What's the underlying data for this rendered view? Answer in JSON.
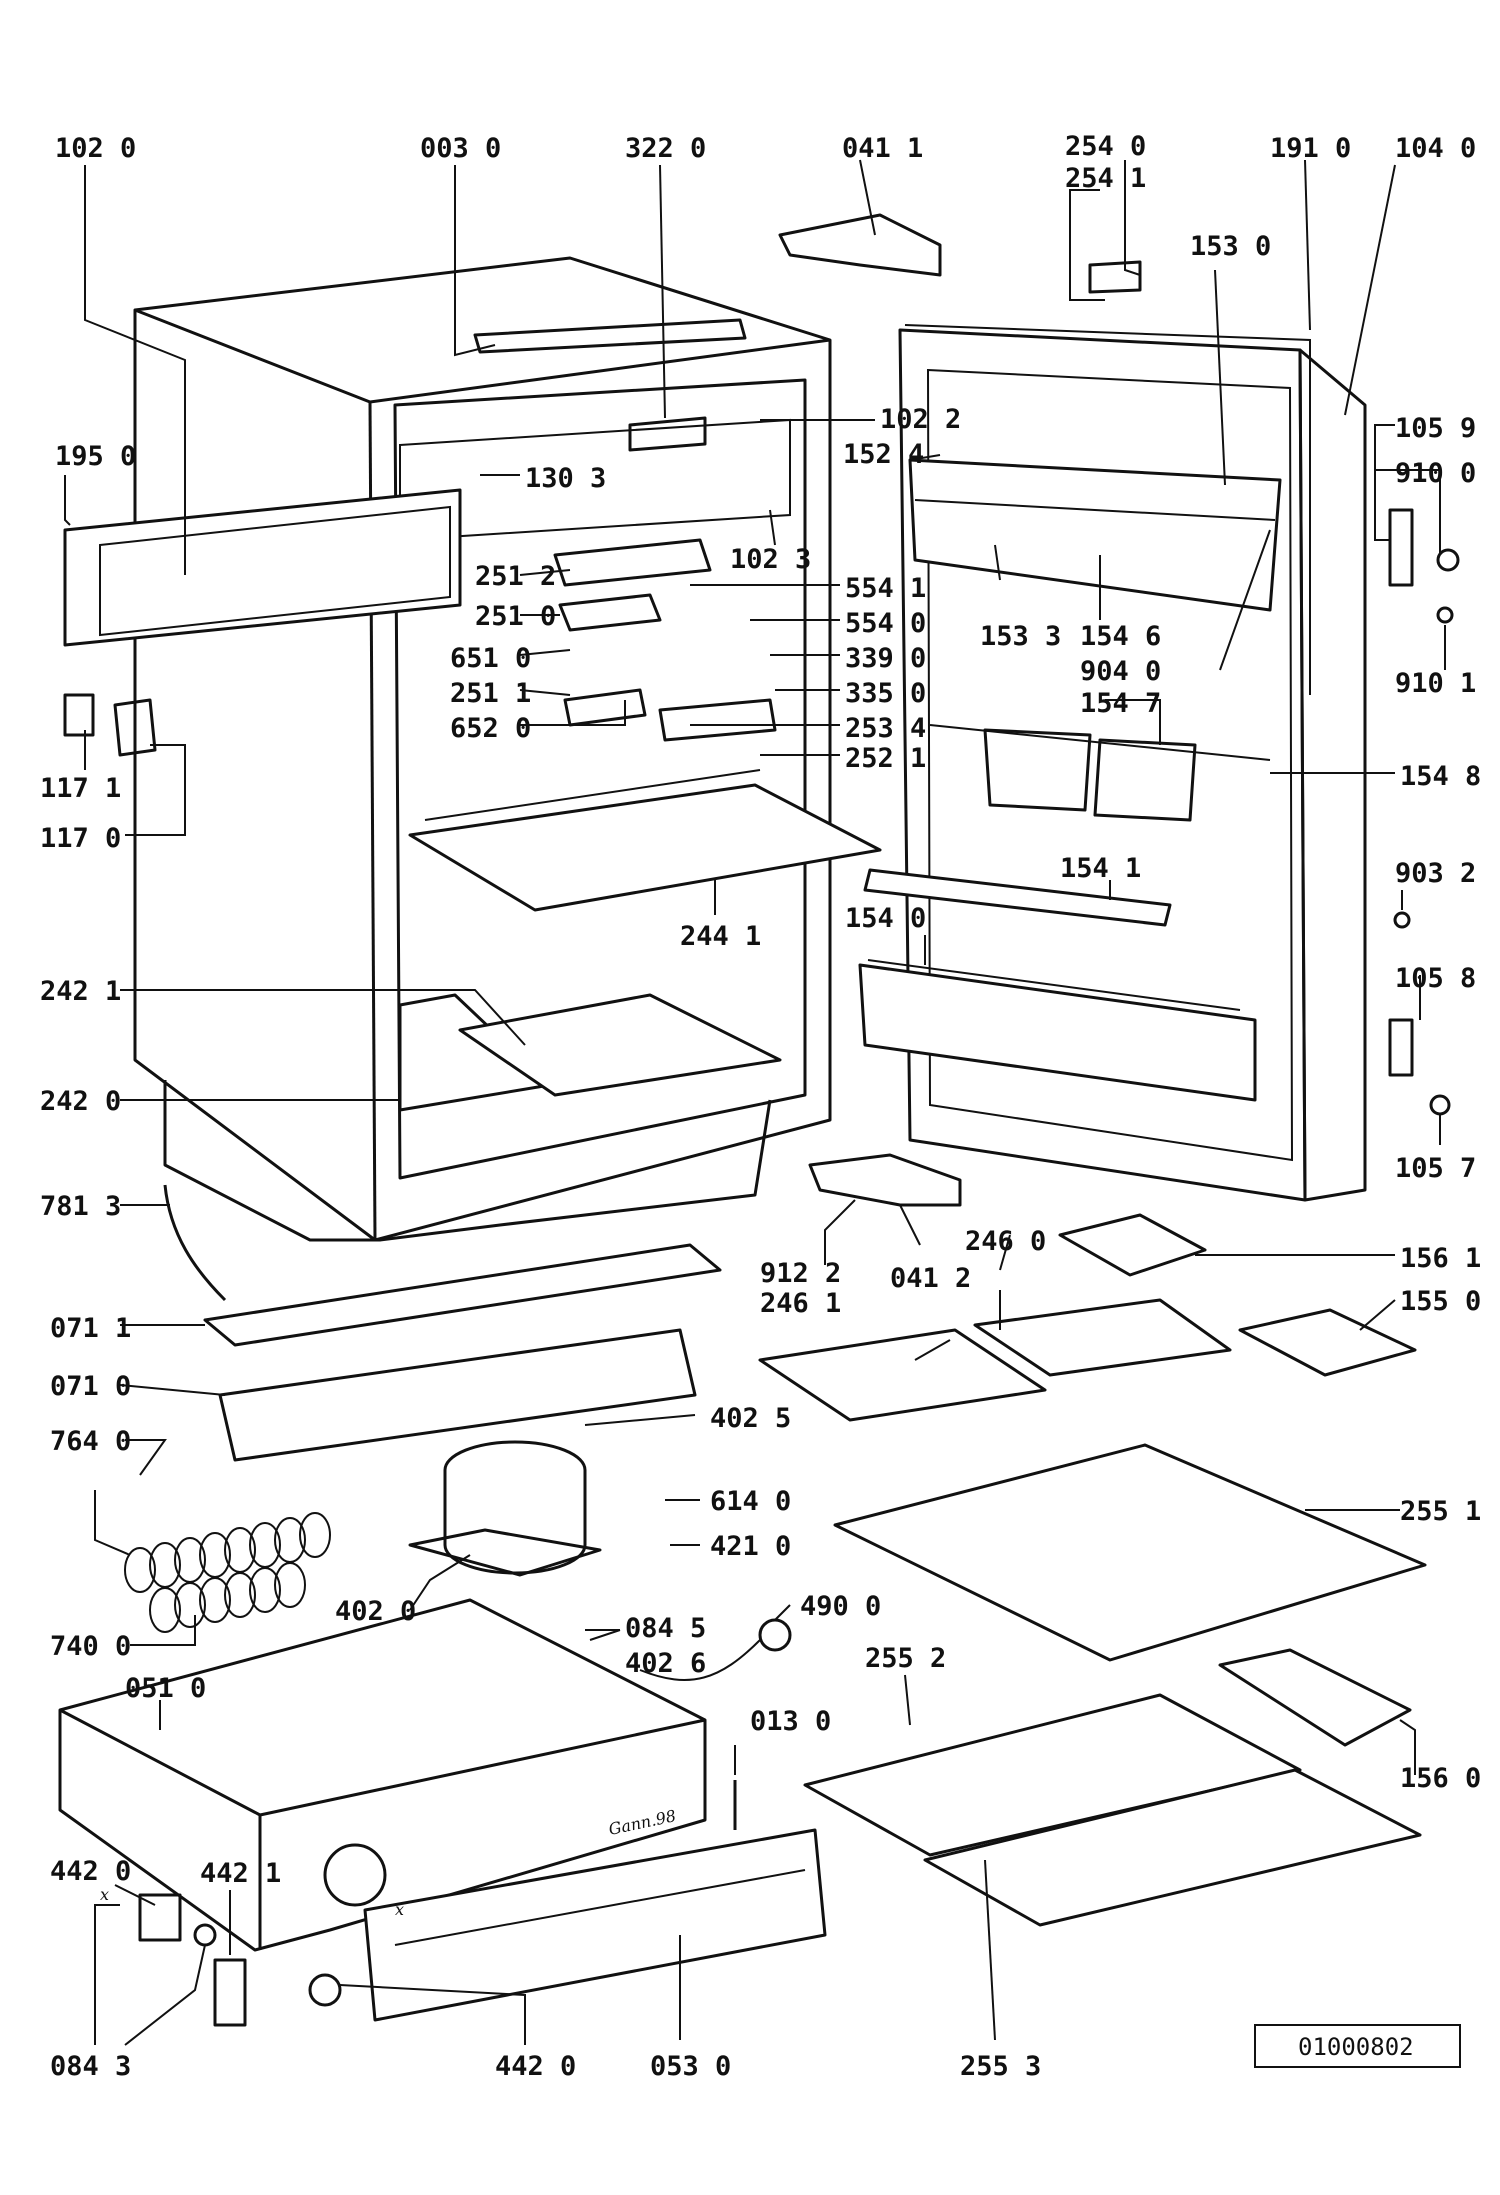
{
  "labels": [
    {
      "id": "l1020",
      "text": "102 0"
    },
    {
      "id": "l0030",
      "text": "003 0"
    },
    {
      "id": "l3220",
      "text": "322 0"
    },
    {
      "id": "l0411",
      "text": "041 1"
    },
    {
      "id": "l2540",
      "text": "254 0"
    },
    {
      "id": "l2541",
      "text": "254 1"
    },
    {
      "id": "l1910",
      "text": "191 0"
    },
    {
      "id": "l1040",
      "text": "104 0"
    },
    {
      "id": "l1530",
      "text": "153 0"
    },
    {
      "id": "l1022",
      "text": "102 2"
    },
    {
      "id": "l1524",
      "text": "152 4"
    },
    {
      "id": "l1059",
      "text": "105 9"
    },
    {
      "id": "l9100",
      "text": "910 0"
    },
    {
      "id": "l1950",
      "text": "195 0"
    },
    {
      "id": "l1303",
      "text": "130 3"
    },
    {
      "id": "l1023",
      "text": "102 3"
    },
    {
      "id": "l2512",
      "text": "251 2"
    },
    {
      "id": "l5541",
      "text": "554 1"
    },
    {
      "id": "l2510",
      "text": "251 0"
    },
    {
      "id": "l5540",
      "text": "554 0"
    },
    {
      "id": "l1533",
      "text": "153 3"
    },
    {
      "id": "l1546",
      "text": "154 6"
    },
    {
      "id": "l6510",
      "text": "651 0"
    },
    {
      "id": "l3390",
      "text": "339 0"
    },
    {
      "id": "l9040",
      "text": "904 0"
    },
    {
      "id": "l2511",
      "text": "251 1"
    },
    {
      "id": "l3350",
      "text": "335 0"
    },
    {
      "id": "l1547",
      "text": "154 7"
    },
    {
      "id": "l9101",
      "text": "910 1"
    },
    {
      "id": "l6520",
      "text": "652 0"
    },
    {
      "id": "l2534",
      "text": "253 4"
    },
    {
      "id": "l1171",
      "text": "117 1"
    },
    {
      "id": "l2521",
      "text": "252 1"
    },
    {
      "id": "l1548",
      "text": "154 8"
    },
    {
      "id": "l1170",
      "text": "117 0"
    },
    {
      "id": "l9032",
      "text": "903 2"
    },
    {
      "id": "l1541",
      "text": "154 1"
    },
    {
      "id": "l2441",
      "text": "244 1"
    },
    {
      "id": "l1540",
      "text": "154 0"
    },
    {
      "id": "l2421",
      "text": "242 1"
    },
    {
      "id": "l1058",
      "text": "105 8"
    },
    {
      "id": "l2420",
      "text": "242 0"
    },
    {
      "id": "l1057",
      "text": "105 7"
    },
    {
      "id": "l7813",
      "text": "781 3"
    },
    {
      "id": "l2460",
      "text": "246 0"
    },
    {
      "id": "l1561",
      "text": "156 1"
    },
    {
      "id": "l9122",
      "text": "912 2"
    },
    {
      "id": "l0412",
      "text": "041 2"
    },
    {
      "id": "l2461",
      "text": "246 1"
    },
    {
      "id": "l1550",
      "text": "155 0"
    },
    {
      "id": "l0711",
      "text": "071 1"
    },
    {
      "id": "l0710",
      "text": "071 0"
    },
    {
      "id": "l4025",
      "text": "402 5"
    },
    {
      "id": "l7640",
      "text": "764 0"
    },
    {
      "id": "l6140",
      "text": "614 0"
    },
    {
      "id": "l2551",
      "text": "255 1"
    },
    {
      "id": "l4210",
      "text": "421 0"
    },
    {
      "id": "l4020",
      "text": "402 0"
    },
    {
      "id": "l0845",
      "text": "084 5"
    },
    {
      "id": "l4900",
      "text": "490 0"
    },
    {
      "id": "l4026",
      "text": "402 6"
    },
    {
      "id": "l7400",
      "text": "740 0"
    },
    {
      "id": "l0510",
      "text": "051 0"
    },
    {
      "id": "l2552",
      "text": "255 2"
    },
    {
      "id": "l0130",
      "text": "013 0"
    },
    {
      "id": "l1560",
      "text": "156 0"
    },
    {
      "id": "l4420a",
      "text": "442 0"
    },
    {
      "id": "l4421",
      "text": "442 1"
    },
    {
      "id": "l0843",
      "text": "084 3"
    },
    {
      "id": "l4420b",
      "text": "442 0"
    },
    {
      "id": "l0530",
      "text": "053 0"
    },
    {
      "id": "l2553",
      "text": "255 3"
    }
  ],
  "signature": "Gann.98",
  "marks": {
    "x": "x"
  },
  "reference_number": "01000802"
}
